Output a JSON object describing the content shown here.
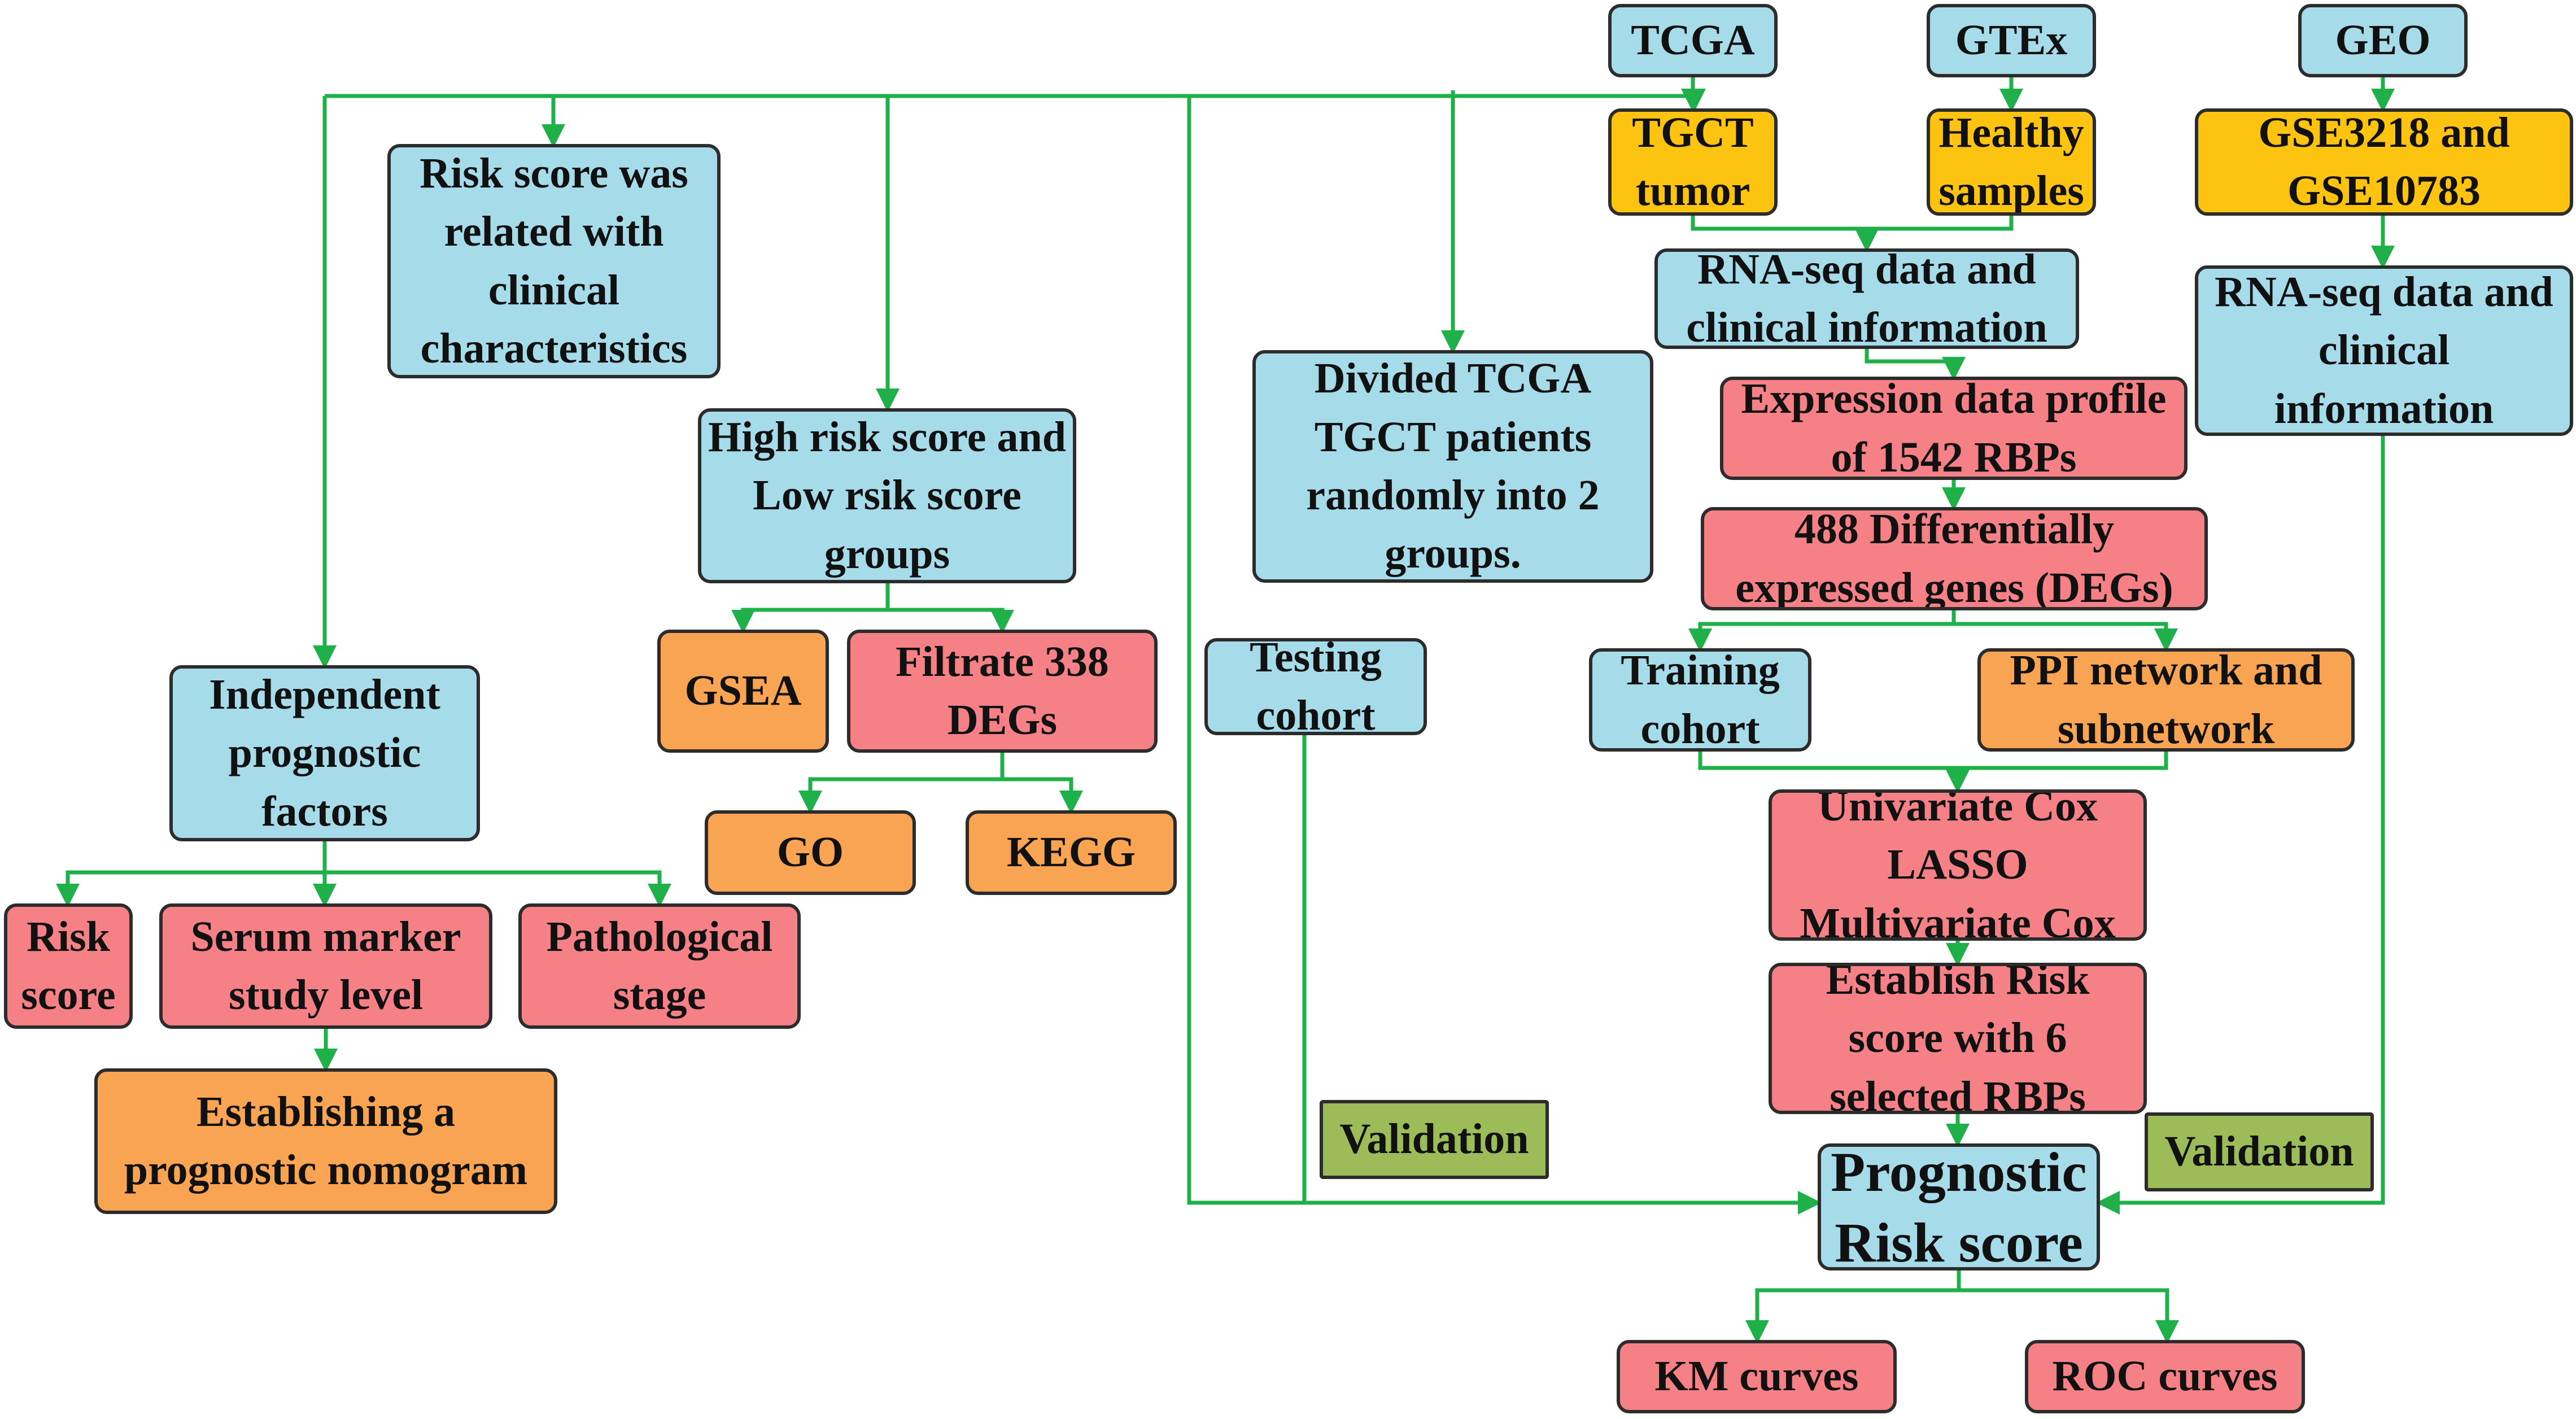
{
  "colors": {
    "line": "#20b04a",
    "source": "#a6dbe9",
    "dataset": "#fcc310",
    "analysis": "#f58187",
    "enrichment": "#f8a452",
    "validation": "#9cbc59",
    "border": "#2c2c2c"
  },
  "nodes": {
    "tcga": "TCGA",
    "gtex": "GTEx",
    "geo": "GEO",
    "tgct_tumor": "TGCT tumor",
    "healthy_samples": "Healthy samples",
    "gse_sets": "GSE3218 and GSE10783",
    "rnaseq_tcga": "RNA-seq data and clinical information",
    "rnaseq_geo": "RNA-seq data and clinical information",
    "expression_profile": "Expression data profile of 1542 RBPs",
    "degs_488": "488 Differentially expressed genes (DEGs)",
    "training_cohort": "Training cohort",
    "ppi_network": "PPI network and subnetwork",
    "cox_lasso": "Univariate Cox LASSO Multivariate Cox",
    "establish_risk": "Establish Risk score with 6 selected RBPs",
    "prognostic_risk": "Prognostic Risk score",
    "km_curves": "KM curves",
    "roc_curves": "ROC curves",
    "validation_left": "Validation",
    "validation_right": "Validation",
    "testing_cohort": "Testing cohort",
    "divided_patients": "Divided TCGA TGCT patients randomly into 2 groups.",
    "risk_clinical": "Risk score was related with clinical characteristics",
    "high_low_groups": "High risk score and Low rsik score groups",
    "gsea": "GSEA",
    "filtrate_degs": "Filtrate 338 DEGs",
    "go": "GO",
    "kegg": "KEGG",
    "independent_factors": "Independent prognostic factors",
    "risk_score": "Risk score",
    "serum_marker": "Serum marker study level",
    "pathological_stage": "Pathological stage",
    "nomogram": "Establishing a prognostic nomogram"
  }
}
